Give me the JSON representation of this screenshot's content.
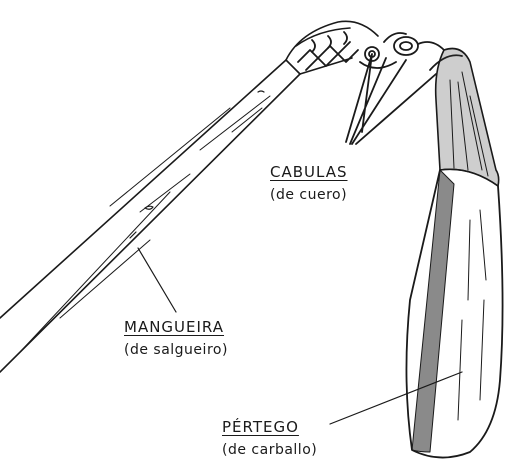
{
  "labels": {
    "cabulas": {
      "name": "CABULAS",
      "material": "(de cuero)"
    },
    "mangueira": {
      "name": "MANGUEIRA",
      "material": "(de salgueiro)"
    },
    "pertego": {
      "name": "PÉRTEGO",
      "material": "(de carballo)"
    }
  },
  "colors": {
    "ink": "#1a1a1a",
    "paper": "#ffffff"
  }
}
